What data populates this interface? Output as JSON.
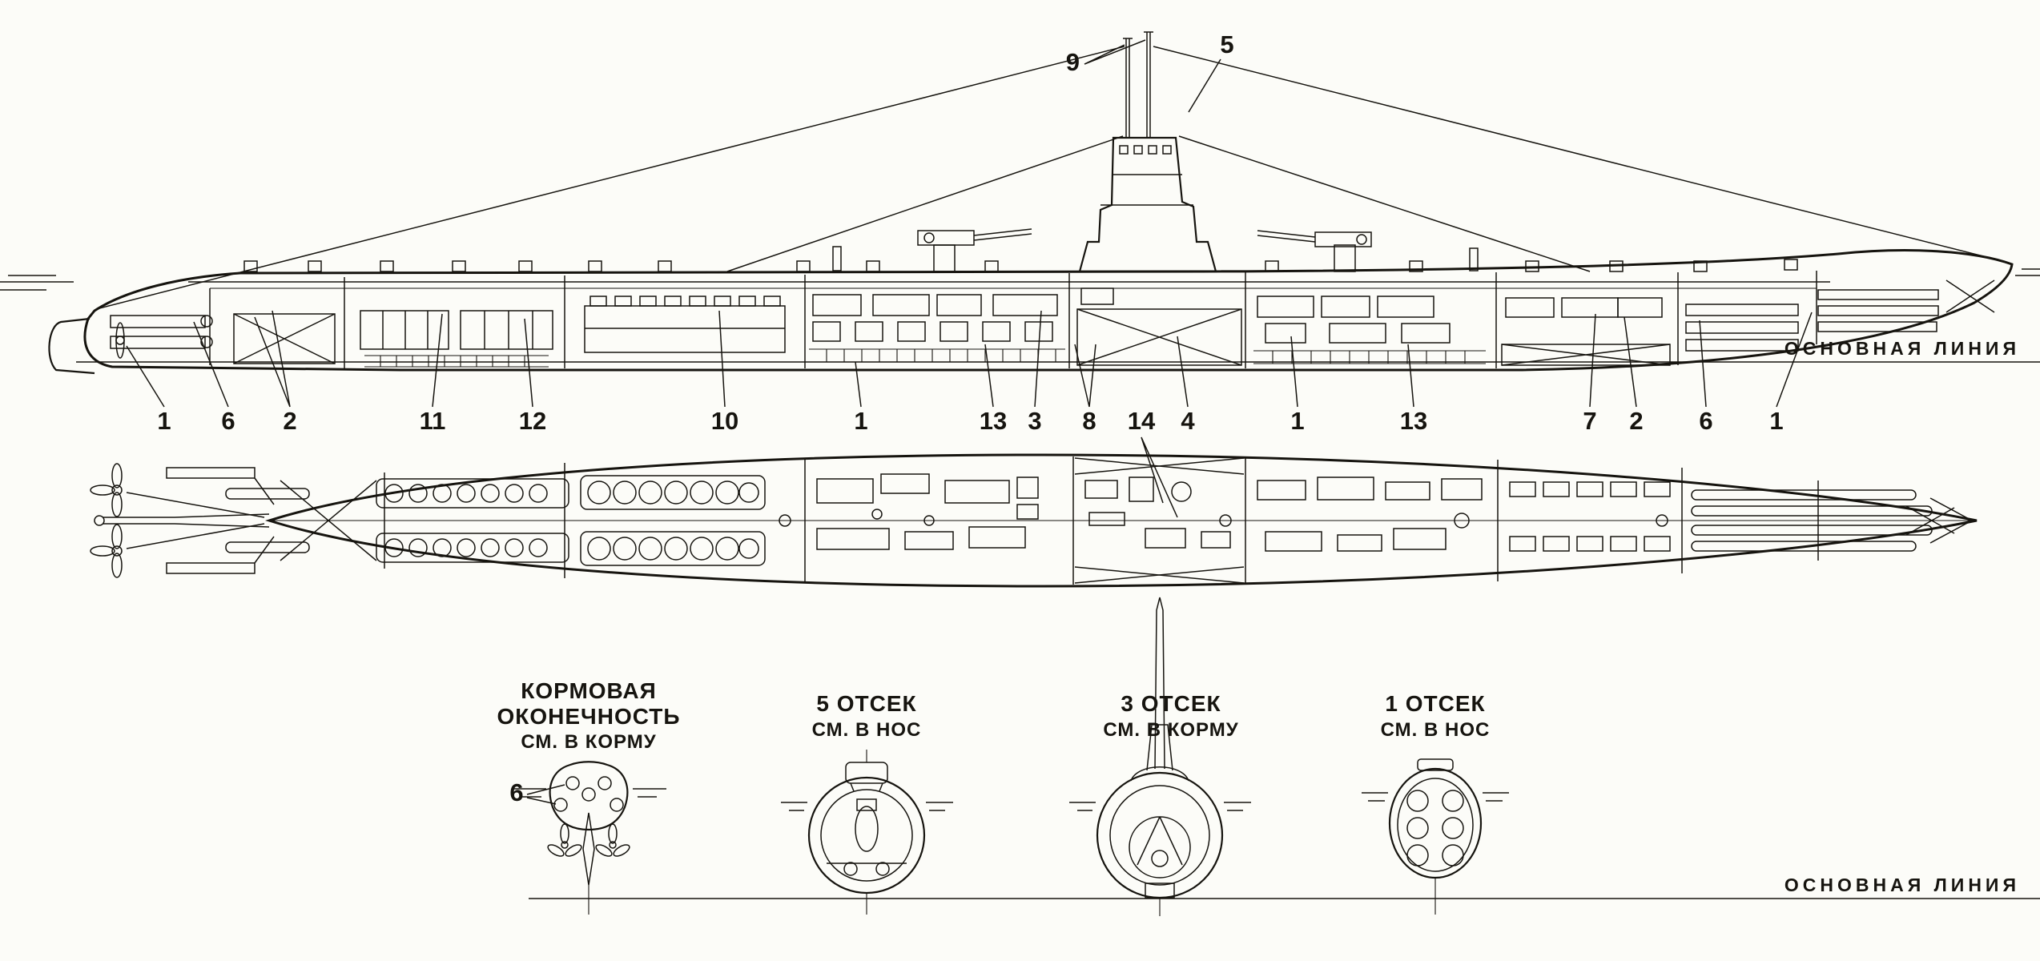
{
  "colors": {
    "ink": "#16140f",
    "paper": "#fcfcf8"
  },
  "labels": {
    "baseline_top": "ОСНОВНАЯ  ЛИНИЯ",
    "baseline_bottom": "ОСНОВНАЯ  ЛИНИЯ"
  },
  "profile": {
    "callout_9": "9",
    "callout_5": "5"
  },
  "callout_row": {
    "items": [
      "1",
      "6",
      "2",
      "11",
      "12",
      "10",
      "1",
      "13",
      "3",
      "8",
      "14",
      "4",
      "1",
      "13",
      "7",
      "2",
      "6",
      "1"
    ]
  },
  "sections": [
    {
      "line1": "КОРМОВАЯ",
      "line2": "ОКОНЕЧНОСТЬ",
      "line3": "СМ. В КОРМУ",
      "callout": "6"
    },
    {
      "line1": "5 ОТСЕК",
      "line2": "СМ. В НОС"
    },
    {
      "line1": "3 ОТСЕК",
      "line2": "СМ. В КОРМУ"
    },
    {
      "line1": "1 ОТСЕК",
      "line2": "СМ. В НОС"
    }
  ]
}
